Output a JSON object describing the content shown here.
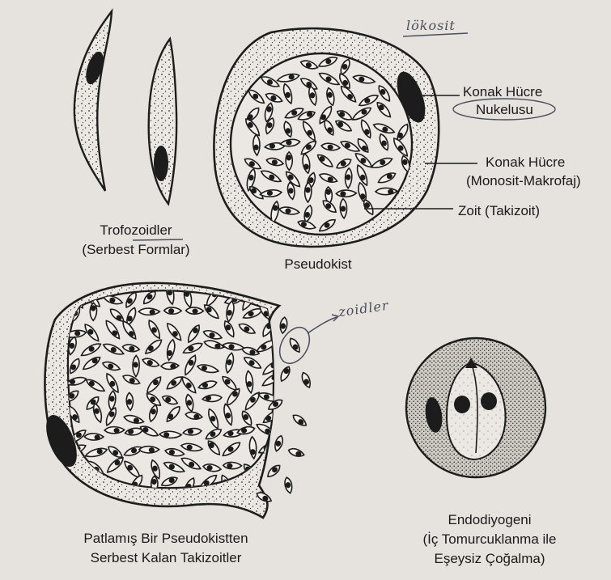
{
  "labels": {
    "trofozoidler": "Trofozoidler",
    "serbest_formlar": "(Serbest Formlar)",
    "pseudokist": "Pseudokist",
    "konak_hucre_nukelusu_1": "Konak Hücre",
    "konak_hucre_nukelusu_2": "Nukelusu",
    "konak_hucre_1": "Konak Hücre",
    "konak_hucre_2": "(Monosit-Makrofaj)",
    "zoit": "Zoit (Takizoit)",
    "patlamis_1": "Patlamış Bir Pseudokistten",
    "patlamis_2": "Serbest Kalan Takizoitler",
    "endodiyogeni_1": "Endodiyogeni",
    "endodiyogeni_2": "(İç Tomurcuklanma ile",
    "endodiyogeni_3": "Eşeysiz Çoğalma)"
  },
  "annotations": {
    "lokosit": "lökosit",
    "zoidler": "zoidler"
  },
  "colors": {
    "paper": "#e6e3de",
    "ink": "#1c1c1c",
    "pen": "#4a4d5e"
  }
}
